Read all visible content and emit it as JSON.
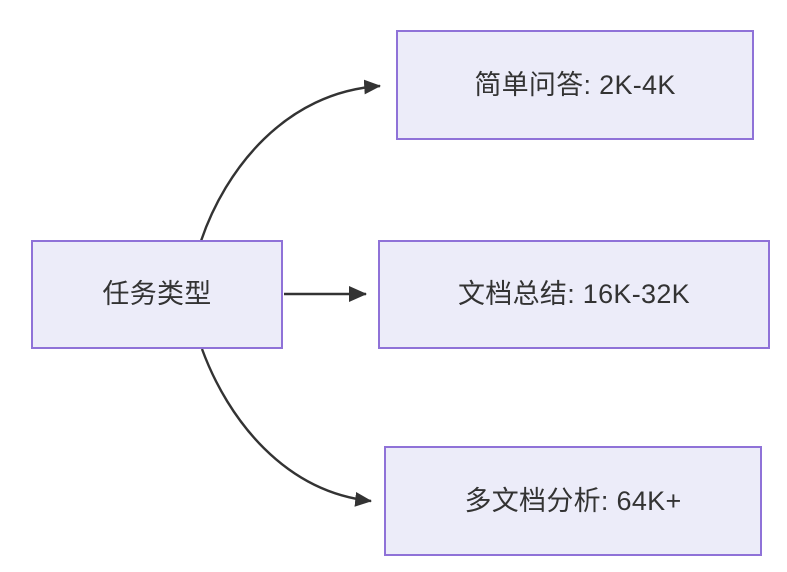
{
  "diagram": {
    "type": "flowchart",
    "direction": "left-to-right",
    "background_color": "#ffffff",
    "node_fill_color": "#ececf9",
    "node_border_color": "#8f72d8",
    "node_text_color": "#333333",
    "edge_color": "#333333",
    "root": {
      "id": "root",
      "label": "任务类型"
    },
    "branches": [
      {
        "id": "simple-qa",
        "label": "简单问答: 2K-4K",
        "task": "简单问答",
        "context_length": "2K-4K",
        "edge_style": "curved"
      },
      {
        "id": "doc-summary",
        "label": "文档总结: 16K-32K",
        "task": "文档总结",
        "context_length": "16K-32K",
        "edge_style": "straight"
      },
      {
        "id": "multi-doc",
        "label": "多文档分析: 64K+",
        "task": "多文档分析",
        "context_length": "64K+",
        "edge_style": "curved"
      }
    ],
    "edges": [
      {
        "from": "root",
        "to": "simple-qa",
        "arrowhead": "solid-triangle"
      },
      {
        "from": "root",
        "to": "doc-summary",
        "arrowhead": "solid-triangle"
      },
      {
        "from": "root",
        "to": "multi-doc",
        "arrowhead": "solid-triangle"
      }
    ]
  }
}
